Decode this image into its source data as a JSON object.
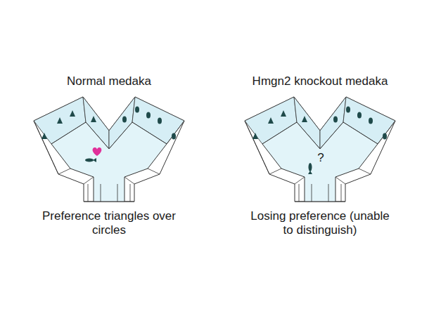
{
  "diagram": {
    "labels": [
      "Normal medaka",
      "Preference triangles over circles",
      "Hmgn2 knockout medaka",
      "Losing preference (unable to distinguish)",
      "?"
    ]
  }
}
